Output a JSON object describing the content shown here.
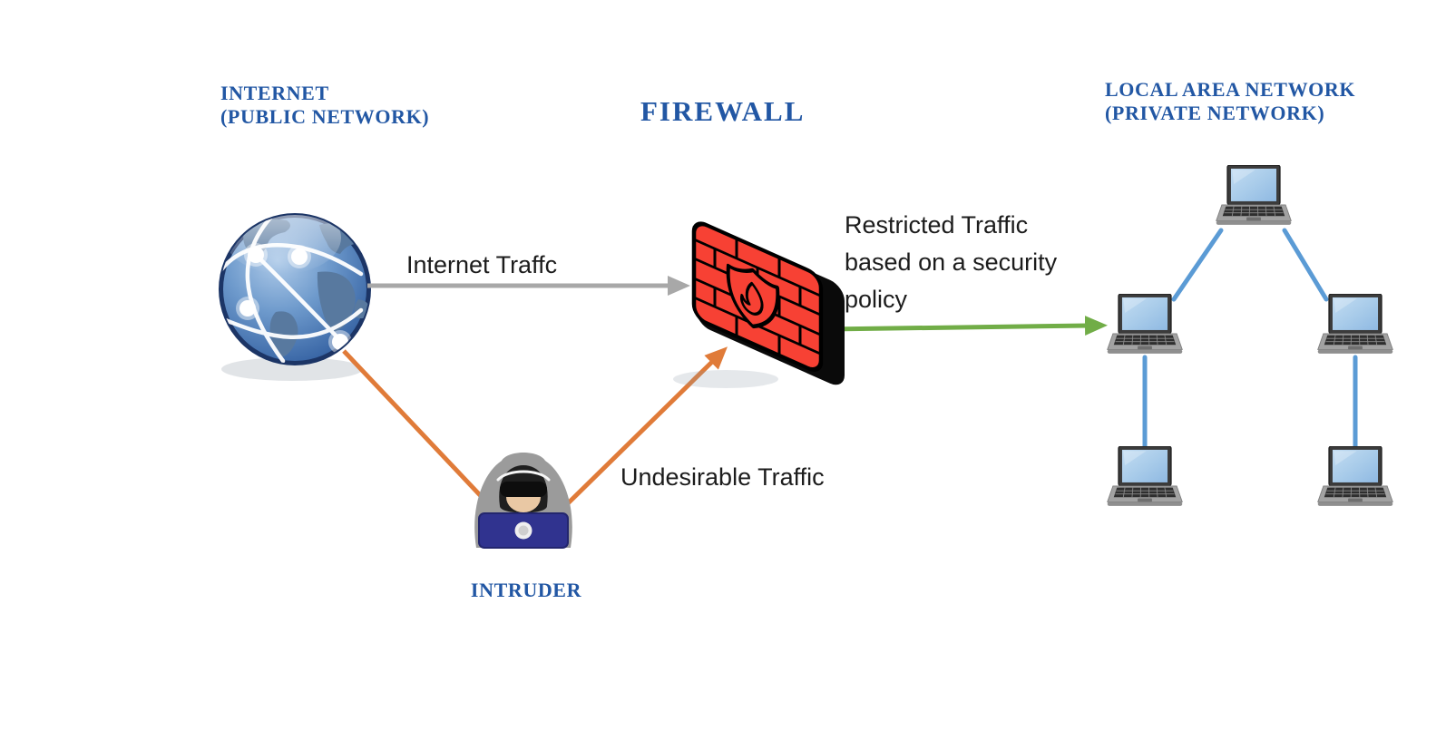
{
  "page": {
    "background": "#ffffff"
  },
  "colors": {
    "heading-blue": "#2257A4",
    "label-black": "#1c1c1c",
    "arrow-gray": "#A8A8A8",
    "arrow-orange": "#E07B39",
    "arrow-green": "#71AD47",
    "lan-line-blue": "#5B9BD5",
    "firewall-red": "#F74134",
    "laptop-screen-blue": "#A9CCEA",
    "laptop-gray": "#A2A2A2",
    "intruder-hood-gray": "#9B9B9B",
    "intruder-laptop-blue": "#30338F"
  },
  "nodes": {
    "internet": {
      "line1": "INTERNET",
      "line2": "(PUBLIC NETWORK)",
      "icon": "globe-icon"
    },
    "firewall": {
      "label": "FIREWALL",
      "icon": "brick-wall-shield-icon"
    },
    "lan": {
      "line1": "LOCAL AREA NETWORK",
      "line2": "(PRIVATE NETWORK)",
      "icon": "laptop-icon",
      "device_count": 5
    },
    "intruder": {
      "label": "INTRUDER",
      "icon": "hooded-hacker-icon"
    }
  },
  "edges": {
    "internet_traffic": {
      "label": "Internet Traffc",
      "from": "internet",
      "to": "firewall"
    },
    "restricted_traffic": {
      "lines": [
        "Restricted Traffic",
        "based on a security",
        "policy"
      ],
      "from": "firewall",
      "to": "lan"
    },
    "undesirable_traffic": {
      "label": "Undesirable Traffic",
      "from": "internet",
      "via": "intruder",
      "to": "firewall"
    }
  }
}
